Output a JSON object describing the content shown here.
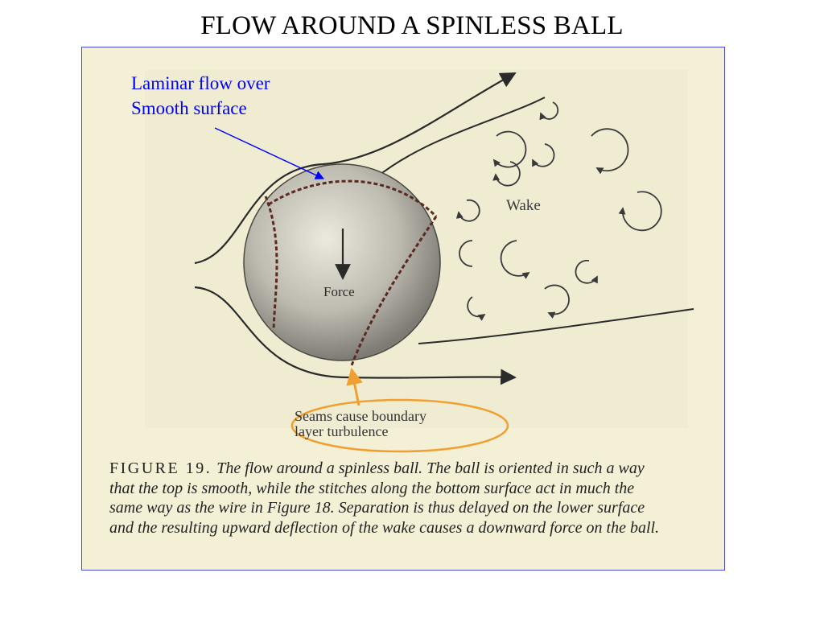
{
  "title": "FLOW AROUND A SPINLESS BALL",
  "annotations": {
    "laminar": [
      "Laminar flow over",
      "Smooth surface"
    ],
    "seams": [
      "Seams cause boundary",
      "layer turbulence"
    ],
    "wake": "Wake",
    "force": "Force"
  },
  "caption": {
    "figure_number": "FIGURE 19.",
    "lines": [
      "The flow around a spinless ball. The ball is oriented in such a way",
      "that the top is smooth, while the stitches along the bottom surface act in much the",
      "same way as the wire in Figure 18. Separation is thus delayed on the lower surface",
      "and the resulting upward deflection of the wake causes a downward force on the ball."
    ]
  },
  "colors": {
    "slide_background": "#ffffff",
    "figure_background": "#f3f0d6",
    "frame_border": "#4a4ad8",
    "laminar_annotation": "#0000ff",
    "seam_annotation": "#f0a030",
    "ink": "#2a2a2a"
  }
}
